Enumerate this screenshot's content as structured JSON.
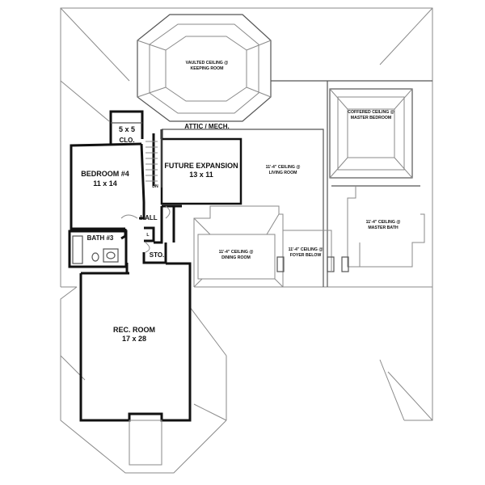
{
  "plan": {
    "labels": {
      "vaulted": "VAULTED CEILING @",
      "keeping": "KEEPING ROOM",
      "coffered": "COFFERED CEILING @",
      "master_bedroom": "MASTER BEDROOM",
      "attic": "ATTIC / MECH.",
      "future_name": "FUTURE EXPANSION",
      "future_size": "13 x 11",
      "living_ceiling": "11'-4\" CEILING @",
      "living_room": "LIVING ROOM",
      "closet_size": "5 x 5",
      "closet": "CLO.",
      "bed4_name": "BEDROOM #4",
      "bed4_size": "11 x 14",
      "dn": "DN",
      "hall": "HALL",
      "l": "L",
      "bath3": "BATH #3",
      "sto": "STO.",
      "dining_ceiling": "11'-4\" CEILING @",
      "dining_room": "DINING ROOM",
      "foyer_ceiling": "11'-4\" CEILING @",
      "foyer": "FOYER BELOW",
      "mbath_ceiling": "11'-4\" CEILING @",
      "mbath": "MASTER BATH",
      "rec_name": "REC. ROOM",
      "rec_size": "17 x 28"
    }
  }
}
